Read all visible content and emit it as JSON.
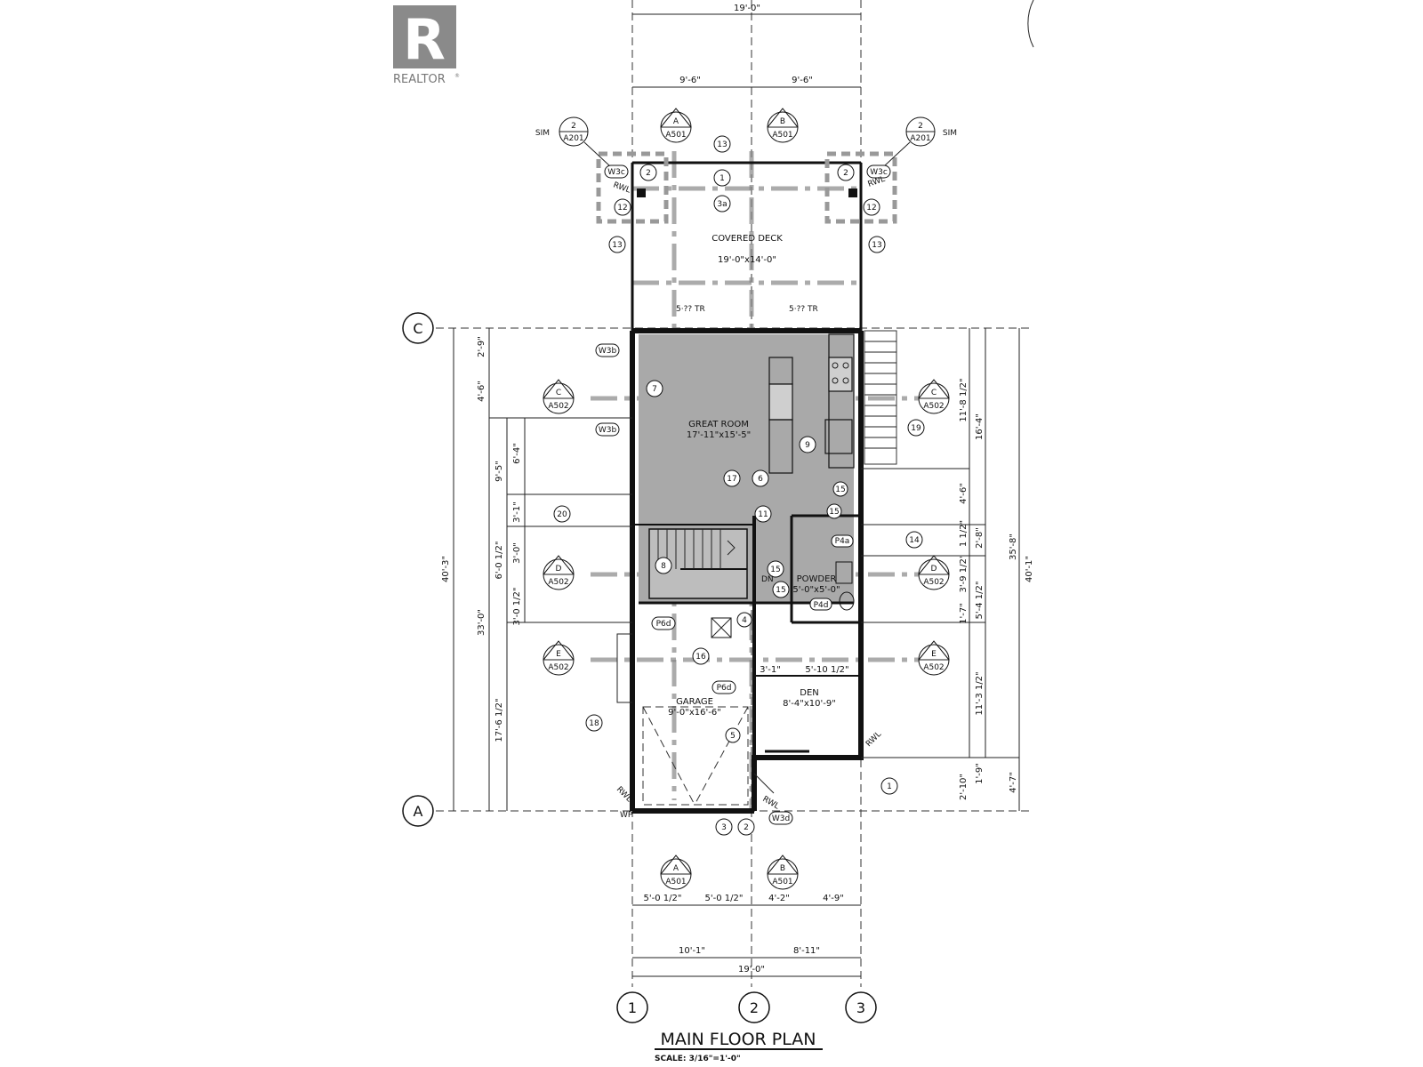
{
  "logo": {
    "text": "REALTOR",
    "mark": "R"
  },
  "title": "MAIN FLOOR PLAN",
  "scale": "SCALE: 3/16\"=1'-0\"",
  "grid": {
    "rows": [
      "C",
      "A"
    ],
    "cols": [
      "1",
      "2",
      "3"
    ]
  },
  "rooms": {
    "deck": {
      "name": "COVERED DECK",
      "size": "19'-0\"x14'-0\""
    },
    "great_room": {
      "name": "GREAT ROOM",
      "size": "17'-11\"x15'-5\""
    },
    "powder": {
      "name": "POWDER",
      "size": "5'-0\"x5'-0\""
    },
    "den": {
      "name": "DEN",
      "size": "8'-4\"x10'-9\""
    },
    "garage": {
      "name": "GARAGE",
      "size": "9'-0\"x16'-6\""
    }
  },
  "dims_top": {
    "overall": "19'-0\"",
    "left": "9'-6\"",
    "right": "9'-6\""
  },
  "dims_bottom": {
    "a": "5'-0 1/2\"",
    "b": "5'-0 1/2\"",
    "c": "4'-2\"",
    "d": "4'-9\"",
    "e": "10'-1\"",
    "f": "8'-11\"",
    "overall": "19'-0\""
  },
  "dims_left": {
    "a": "2'-9\"",
    "b": "4'-6\"",
    "c": "6'-4\"",
    "d": "9'-5\"",
    "e": "3'-1\"",
    "f": "6'-0 1/2\"",
    "g": "3'-0\"",
    "h": "3'-0 1/2\"",
    "i": "33'-0\"",
    "j": "17'-6 1/2\"",
    "overall": "40'-3\""
  },
  "dims_right": {
    "a": "11'-8 1/2\"",
    "b": "16'-4\"",
    "c": "4'-6\"",
    "d": "1 1/2\"",
    "e": "2'-8\"",
    "f": "3'-9 1/2\"",
    "g": "5'-4 1/2\"",
    "h": "11'-3 1/2\"",
    "i": "2'-10\"",
    "j": "1'-9\"",
    "k": "35'-8\"",
    "l": "4'-7\"",
    "m": "40'-1\"",
    "n": "1'-7\""
  },
  "den_dims": {
    "a": "3'-1\"",
    "b": "5'-10 1/2\""
  },
  "sections": [
    {
      "letter": "A",
      "sheet": "A501"
    },
    {
      "letter": "B",
      "sheet": "A501"
    },
    {
      "letter": "C",
      "sheet": "A502"
    },
    {
      "letter": "D",
      "sheet": "A502"
    },
    {
      "letter": "E",
      "sheet": "A502"
    }
  ],
  "details": {
    "num": "2",
    "sheet": "A201",
    "sim": "SIM"
  },
  "keynotes": [
    "1",
    "2",
    "3",
    "3a",
    "4",
    "5",
    "6",
    "7",
    "8",
    "9",
    "11",
    "12",
    "13",
    "14",
    "15",
    "16",
    "17",
    "18",
    "19",
    "20"
  ],
  "tags": {
    "w3c": "W3c",
    "w3b": "W3b",
    "w3d": "W3d",
    "p6d": "P6d",
    "p4a": "P4a",
    "p4d": "P4d",
    "wp": "WP",
    "rwl": "RWL",
    "dn": "DN",
    "tr": "TR",
    "deck_beam": "5·?? TR"
  }
}
